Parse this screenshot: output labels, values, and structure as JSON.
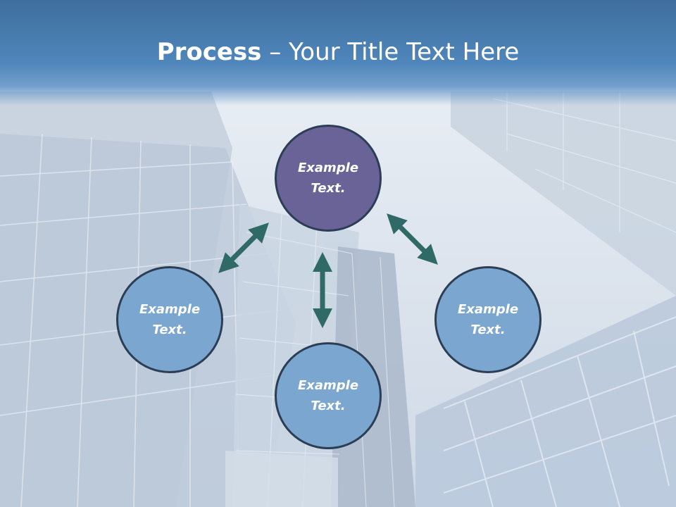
{
  "slide": {
    "title_bold": "Process",
    "title_rest": " – Your Title Text Here"
  },
  "nodes": {
    "top": {
      "line1": "Example",
      "line2": "Text."
    },
    "left": {
      "line1": "Example",
      "line2": "Text."
    },
    "right": {
      "line1": "Example",
      "line2": "Text."
    },
    "bottom": {
      "line1": "Example",
      "line2": "Text."
    }
  },
  "colors": {
    "header": "#4f86bb",
    "top_node": "#6a6398",
    "outer_nodes": "#7aa6cf",
    "node_border": "#2c3e56",
    "arrows": "#2f6a66"
  }
}
